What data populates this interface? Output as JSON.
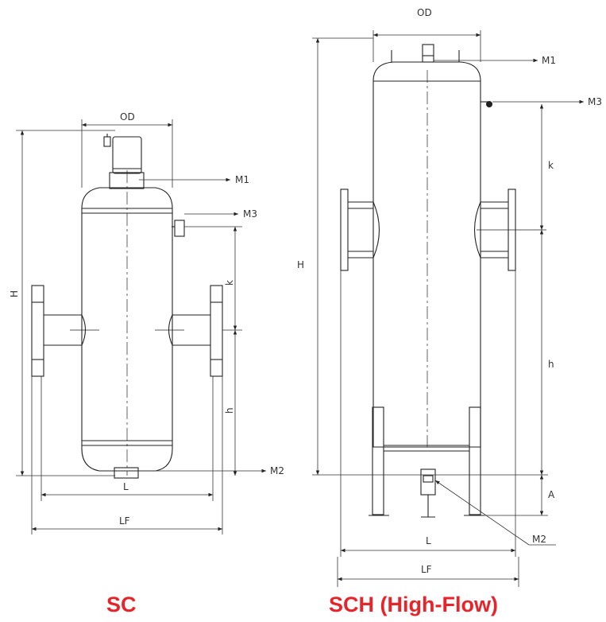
{
  "captions": {
    "left": "SC",
    "right": "SCH (High-Flow)"
  },
  "colors": {
    "caption": "#e8242b",
    "line": "#222222"
  },
  "sc": {
    "od": "OD",
    "m1": "M1",
    "m2": "M2",
    "m3": "M3",
    "h_total": "H",
    "k": "k",
    "h": "h",
    "l": "L",
    "lf": "LF"
  },
  "sch": {
    "od": "OD",
    "m1": "M1",
    "m2": "M2",
    "m3": "M3",
    "h_total": "H",
    "k": "k",
    "h": "h",
    "a": "A",
    "l": "L",
    "lf": "LF"
  }
}
